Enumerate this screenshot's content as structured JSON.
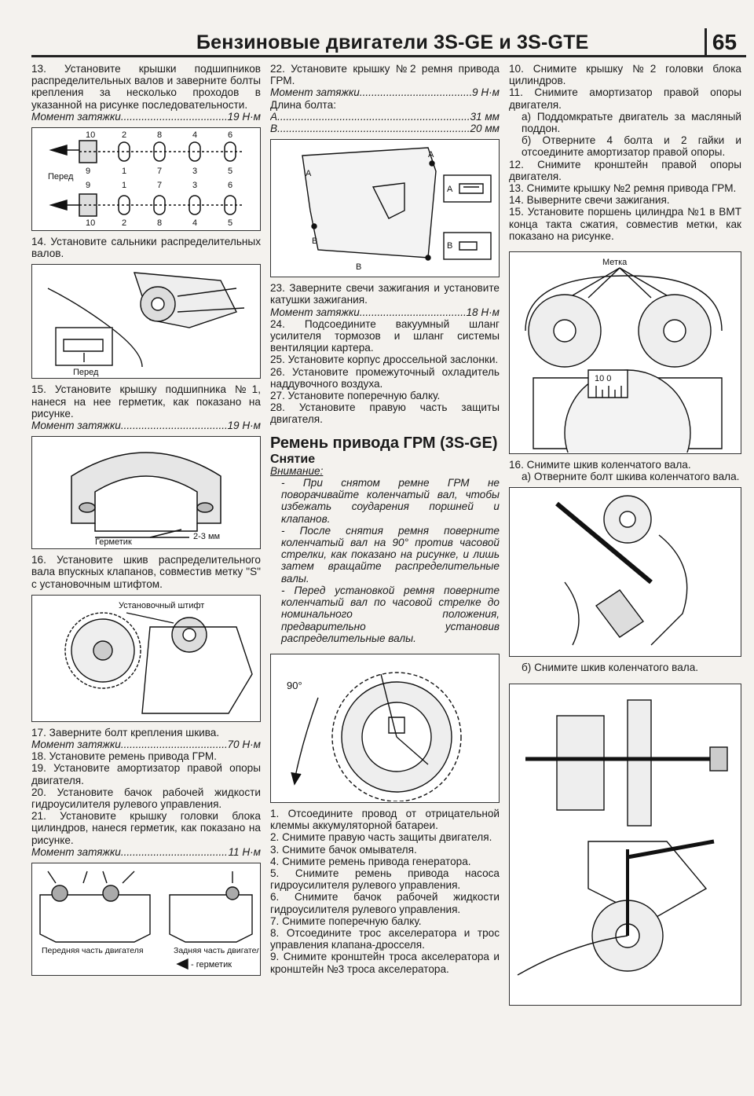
{
  "header": {
    "title": "Бензиновые двигатели 3S-GE и 3S-GTE",
    "page_number": "65"
  },
  "col1": {
    "s13": "13. Установите крышки подшипников распределительных валов и заверните болты крепления за несколько проходов в указанной на рисунке последовательности.",
    "torque13": {
      "label": "Момент затяжки",
      "value": "19 Н·м"
    },
    "fig13": {
      "front_label": "Перед",
      "top_numbers": [
        "10",
        "2",
        "8",
        "4",
        "6"
      ],
      "mid_numbers_a": [
        "9",
        "1",
        "7",
        "3",
        "5"
      ],
      "mid_numbers_b": [
        "9",
        "1",
        "7",
        "3",
        "6"
      ],
      "bottom_numbers": [
        "10",
        "2",
        "8",
        "4",
        "5"
      ]
    },
    "s14": "14. Установите сальники распределительных валов.",
    "fig14": {
      "front_label": "Перед"
    },
    "s15": "15. Установите крышку подшипника №1, нанеся на нее герметик, как показано на рисунке.",
    "torque15": {
      "label": "Момент затяжки",
      "value": "19 Н·м"
    },
    "fig15": {
      "sealant_label": "Герметик",
      "gap_label": "2-3 мм"
    },
    "s16": "16. Установите шкив распределительного вала впускных клапанов, совместив метку \"S\" с установочным штифтом.",
    "fig16": {
      "pin_label": "Установочный штифт"
    },
    "s17": "17. Заверните болт крепления шкива.",
    "torque17": {
      "label": "Момент затяжки",
      "value": "70 Н·м"
    },
    "s18": "18. Установите ремень привода ГРМ.",
    "s19": "19. Установите амортизатор правой опоры двигателя.",
    "s20": "20. Установите бачок рабочей жидкости гидроусилителя рулевого управления.",
    "s21": "21. Установите крышку головки блока цилиндров, нанеся герметик, как показано на рисунке.",
    "torque21": {
      "label": "Момент затяжки",
      "value": "11 Н·м"
    },
    "fig21": {
      "front_label": "Передняя часть двигателя",
      "rear_label": "Задняя часть двигателя",
      "sealant_legend": "- герметик"
    }
  },
  "col2": {
    "s22": "22. Установите крышку №2 ремня привода ГРМ.",
    "torque22": {
      "label": "Момент затяжки",
      "value": "9 Н·м"
    },
    "bolt_length": "Длина болта:",
    "bolt_a": {
      "label": "A",
      "value": "31 мм"
    },
    "bolt_b": {
      "label": "B",
      "value": "20 мм"
    },
    "fig22": {
      "label_a": "A",
      "label_b": "B"
    },
    "s23": "23. Заверните свечи зажигания и установите катушки зажигания.",
    "torque23": {
      "label": "Момент затяжки",
      "value": "18 Н·м"
    },
    "s24": "24. Подсоедините вакуумный шланг усилителя тормозов и шланг системы вентиляции картера.",
    "s25": "25. Установите корпус дроссельной заслонки.",
    "s26": "26. Установите промежуточный охладитель наддувочного воздуха.",
    "s27": "27. Установите поперечную балку.",
    "s28": "28. Установите правую часть защиты двигателя.",
    "section_title": "Ремень привода ГРМ (3S-GE)",
    "subsection": "Снятие",
    "warning_label": "Внимание:",
    "notes": [
      "- При снятом ремне ГРМ не поворачивайте коленчатый вал, чтобы избежать соударения поршней и клапанов.",
      "- После снятия ремня поверните коленчатый вал на 90° против часовой стрелки, как показано на рисунке, и лишь затем вращайте распределительные валы.",
      "- Перед установкой ремня поверните коленчатый вал по часовой стрелке до номинального положения, предварительно установив распределительные валы."
    ],
    "fig_angle": {
      "angle_label": "90°"
    },
    "steps": [
      "1. Отсоедините провод от отрицательной клеммы аккумуляторной батареи.",
      "2. Снимите правую часть защиты двигателя.",
      "3. Снимите бачок омывателя.",
      "4. Снимите ремень привода генератора.",
      "5. Снимите ремень привода насоса гидроусилителя рулевого управления.",
      "6. Снимите бачок рабочей жидкости гидроусилителя рулевого управления.",
      "7. Снимите поперечную балку.",
      "8. Отсоедините трос акселератора и трос управления клапана-дросселя.",
      "9. Снимите кронштейн троса акселератора и кронштейн №3 троса акселератора."
    ]
  },
  "col3": {
    "s10": "10. Снимите крышку №2 головки блока цилиндров.",
    "s11": "11. Снимите амортизатор правой опоры двигателя.",
    "s11a": "а) Поддомкратьте двигатель за масляный поддон.",
    "s11b": "б) Отверните 4 болта и 2 гайки и отсоедините амортизатор правой опоры.",
    "s12": "12. Снимите кронштейн правой опоры двигателя.",
    "s13": "13. Снимите крышку №2 ремня привода ГРМ.",
    "s14": "14. Выверните свечи зажигания.",
    "s15": "15. Установите поршень цилиндра №1 в ВМТ конца такта сжатия, совместив метки, как показано на рисунке.",
    "fig15": {
      "mark_label": "Метка",
      "scale_label": "10 0"
    },
    "s16": "16. Снимите шкив коленчатого вала.",
    "s16a": "а) Отверните болт шкива коленчатого вала.",
    "s16b": "б) Снимите шкив коленчатого вала."
  }
}
